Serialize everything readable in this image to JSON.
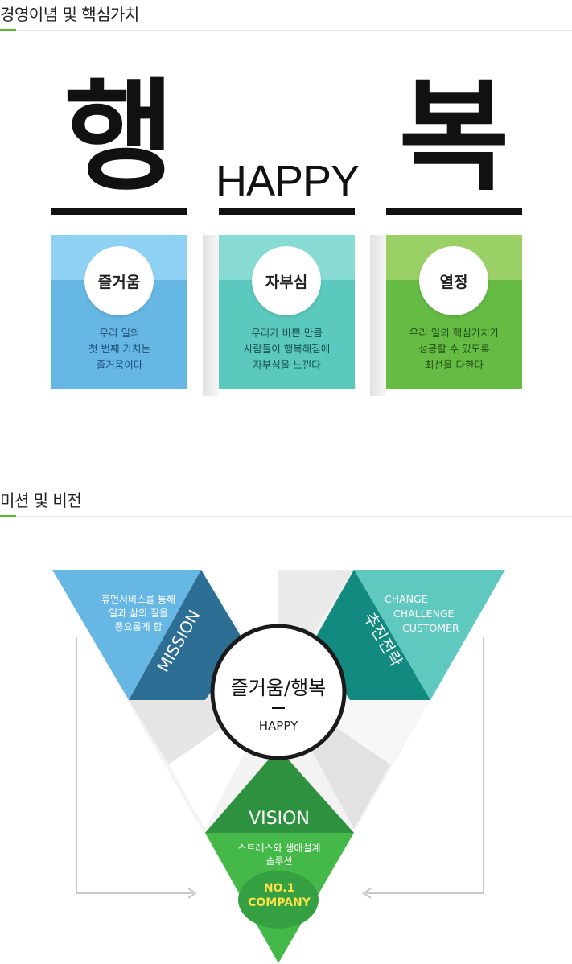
{
  "section1": {
    "title": "경영이념 및 핵심가치",
    "big_left": "행",
    "big_center": "HAPPY",
    "big_right": "복",
    "cards": [
      {
        "label": "즐거움",
        "desc": "우리 일의\n첫 번째 가치는\n즐거움이다",
        "top_color": "#8fd1f2",
        "bottom_color": "#66b7e3",
        "text_color": "#1d4f7a"
      },
      {
        "label": "자부심",
        "desc": "우리가 바쁜 만큼\n사람들이 행복해짐에\n자부심을 느낀다",
        "top_color": "#88dbd2",
        "bottom_color": "#5cc9be",
        "text_color": "#15524c"
      },
      {
        "label": "열정",
        "desc": "우리 일의 핵심가치가\n성공할 수 있도록\n최선을 다한다",
        "top_color": "#9ad066",
        "bottom_color": "#66bb44",
        "text_color": "#1d4f14"
      }
    ]
  },
  "section2": {
    "title": "미션 및 비전",
    "center_title": "즐거움/행복",
    "center_sub": "HAPPY",
    "mission_label": "MISSION",
    "mission_text": [
      "휴먼서비스를 통해",
      "일과 삶의 질을",
      "풍요롭게 함"
    ],
    "strategy_label": "추진전략",
    "strategy_lines": [
      "CHANGE",
      "CHALLENGE",
      "CUSTOMER"
    ],
    "vision_label": "VISION",
    "vision_text": [
      "스트레스와 생애설계",
      "솔루션"
    ],
    "vision_badge": [
      "NO.1",
      "COMPANY"
    ]
  },
  "colors": {
    "accent": "#5cb531",
    "mission_light": "#66b7e3",
    "mission_dark": "#2d6f94",
    "strategy_light": "#5fc8bf",
    "strategy_dark": "#138a80",
    "vision_light": "#45b84a",
    "vision_dark": "#2e9140",
    "badge_text": "#ffe24a"
  }
}
